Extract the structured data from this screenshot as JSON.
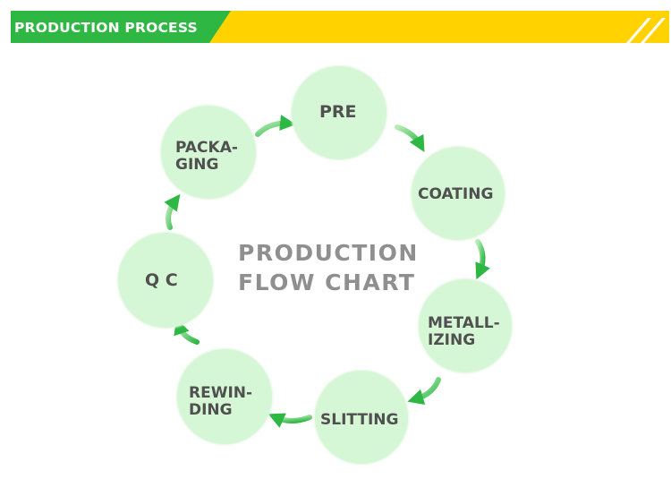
{
  "header": {
    "title": "PRODUCTION PROCESS",
    "colors": {
      "green": "#2fb744",
      "yellow": "#ffd200"
    }
  },
  "center": {
    "line1": "PRODUCTION",
    "line2": "FLOW CHART"
  },
  "nodes": {
    "pre": "PRE",
    "coating": "COATING",
    "metallizing_1": "METALL-",
    "metallizing_2": "IZING",
    "slitting": "SLITTING",
    "rewinding_1": "REWIN-",
    "rewinding_2": "DING",
    "qc": "Q C",
    "packaging_1": "PACKA-",
    "packaging_2": "GING"
  },
  "colors": {
    "circle_fill": "#d6f7d6",
    "arrow": "#2fb744",
    "node_text": "#505050",
    "center_text": "#8f8f8f"
  }
}
